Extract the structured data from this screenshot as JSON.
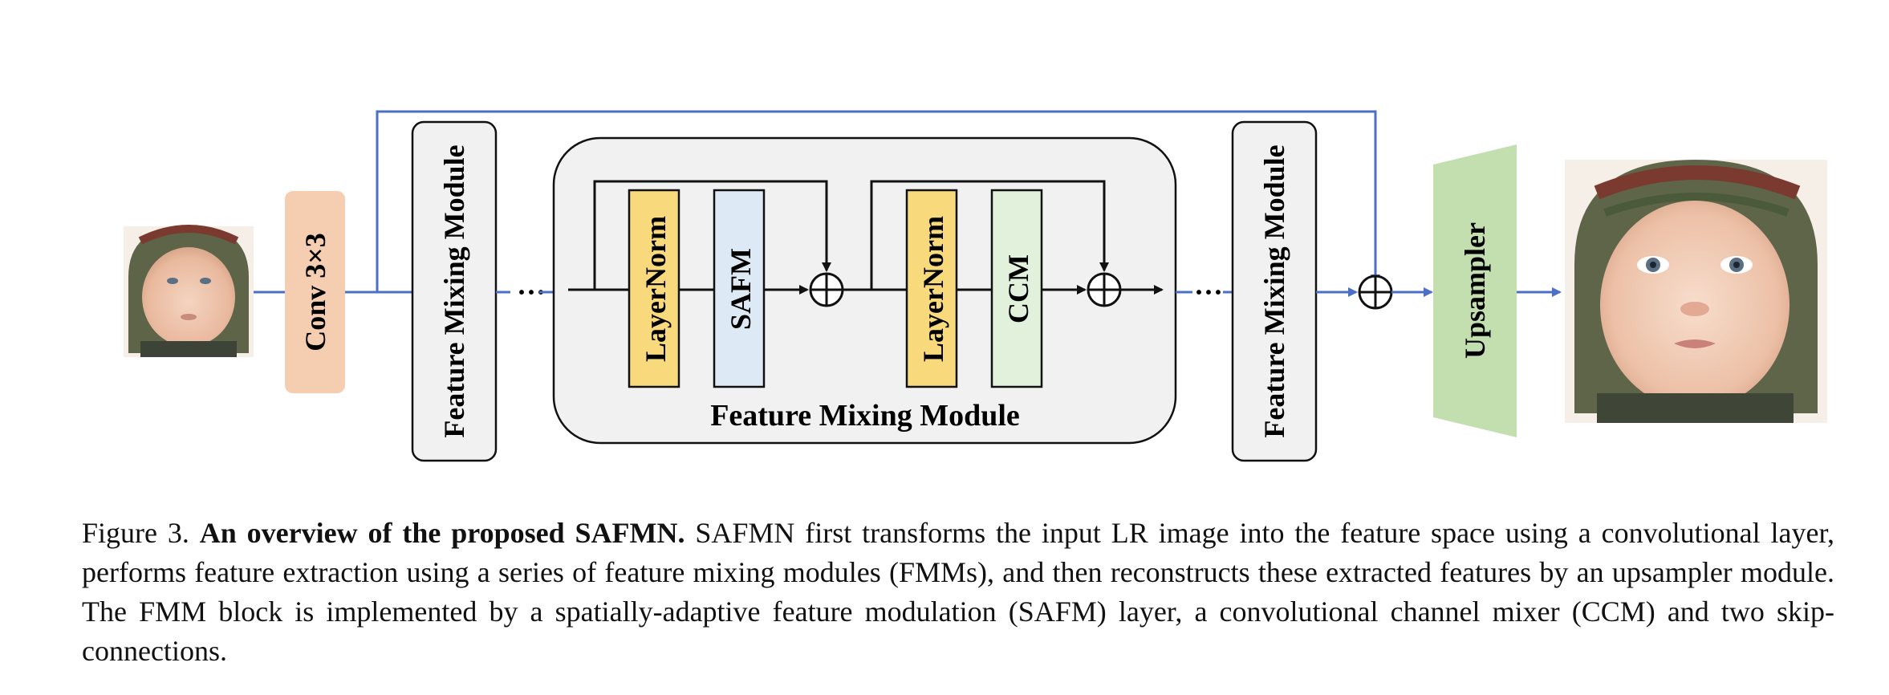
{
  "figure": {
    "conv_label": "Conv 3×3",
    "fmm_left_label": "Feature Mixing Module",
    "fmm_right_label": "Feature Mixing Module",
    "fmm_center_label": "Feature Mixing Module",
    "layernorm1_label": "LayerNorm",
    "safm_label": "SAFM",
    "layernorm2_label": "LayerNorm",
    "ccm_label": "CCM",
    "upsampler_label": "Upsampler",
    "ellipsis_left": "···",
    "ellipsis_right": "···",
    "colors": {
      "flow_blue": "#4a6fc4",
      "conv_fill": "#f5cdb0",
      "layernorm_fill": "#f8da7c",
      "safm_fill": "#dde9f4",
      "ccm_fill": "#e1f1dc",
      "upsampler_fill": "#c3dfb0",
      "fmm_bg": "#f1f1f1"
    },
    "input_image": "baby-face-small",
    "output_image": "baby-face-large"
  },
  "caption": {
    "label": "Figure 3.",
    "title": "An overview of the proposed SAFMN.",
    "body": "SAFMN first transforms the input LR image into the feature space using a convolutional layer, performs feature extraction using a series of feature mixing modules (FMMs), and then reconstructs these extracted features by an upsampler module.  The FMM block is implemented by a spatially-adaptive feature modulation (SAFM) layer, a convolutional channel mixer (CCM) and two skip-connections."
  }
}
